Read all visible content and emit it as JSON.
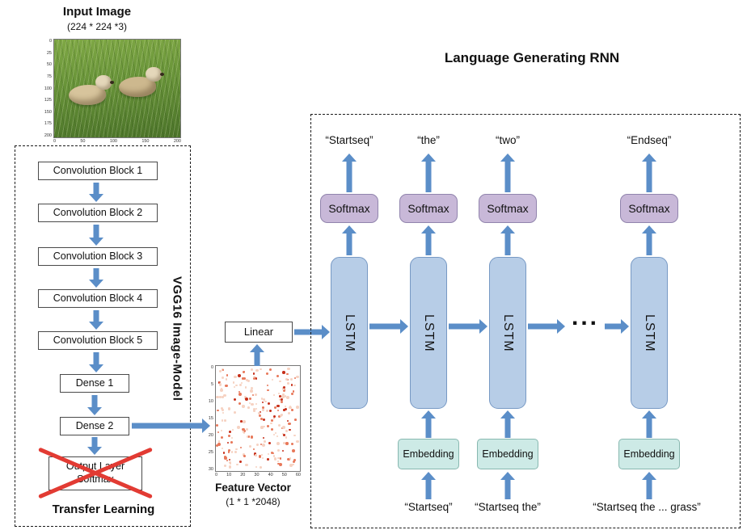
{
  "input_image": {
    "title": "Input Image",
    "dims": "(224 * 224 *3)",
    "y_ticks": [
      "0",
      "25",
      "50",
      "75",
      "100",
      "125",
      "150",
      "175",
      "200"
    ],
    "x_ticks": [
      "0",
      "50",
      "100",
      "150",
      "200"
    ]
  },
  "vgg": {
    "blocks": [
      "Convolution Block 1",
      "Convolution Block 2",
      "Convolution Block 3",
      "Convolution Block 4",
      "Convolution Block 5",
      "Dense 1",
      "Dense 2"
    ],
    "output_layer_line1": "Output Layer",
    "output_layer_line2": "Softmax",
    "side_label": "VGG16 Image-Model",
    "bottom_label": "Transfer Learning"
  },
  "feature": {
    "linear_label": "Linear",
    "label": "Feature Vector",
    "dims": "(1 * 1 *2048)",
    "y_ticks": [
      "0",
      "5",
      "10",
      "15",
      "20",
      "25",
      "30"
    ],
    "x_ticks": [
      "0",
      "10",
      "20",
      "30",
      "40",
      "50",
      "60"
    ]
  },
  "rnn": {
    "title": "Language Generating RNN",
    "lstm_label": "LSTM",
    "softmax_label": "Softmax",
    "embedding_label": "Embedding",
    "ellipsis": "...",
    "outputs": [
      "“Startseq”",
      "“the”",
      "“two”",
      "“Endseq”"
    ],
    "inputs": [
      "“Startseq”",
      "“Startseq the”",
      "“Startseq the ... grass”"
    ]
  },
  "colors": {
    "arrow": "#5b8ec8",
    "lstm_fill": "#b7cde7",
    "lstm_border": "#7799c4",
    "softmax_fill": "#c8b8d8",
    "softmax_border": "#9184ad",
    "embedding_fill": "#cdeae6",
    "embedding_border": "#88b8b0",
    "cross": "#e23b33"
  }
}
